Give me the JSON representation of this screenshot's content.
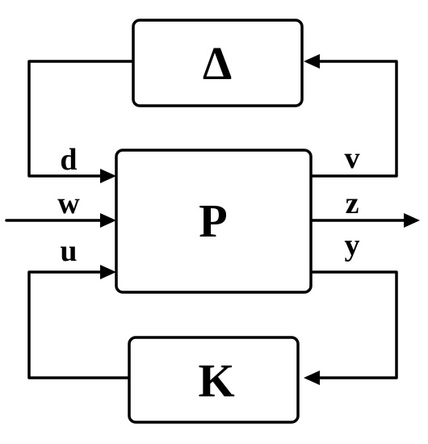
{
  "blocks": {
    "delta": "Δ",
    "plant": "P",
    "controller": "K"
  },
  "signals": {
    "d": "d",
    "w": "w",
    "u": "u",
    "v": "v",
    "z": "z",
    "y": "y"
  },
  "colors": {
    "stroke": "#000000",
    "background": "#ffffff"
  }
}
